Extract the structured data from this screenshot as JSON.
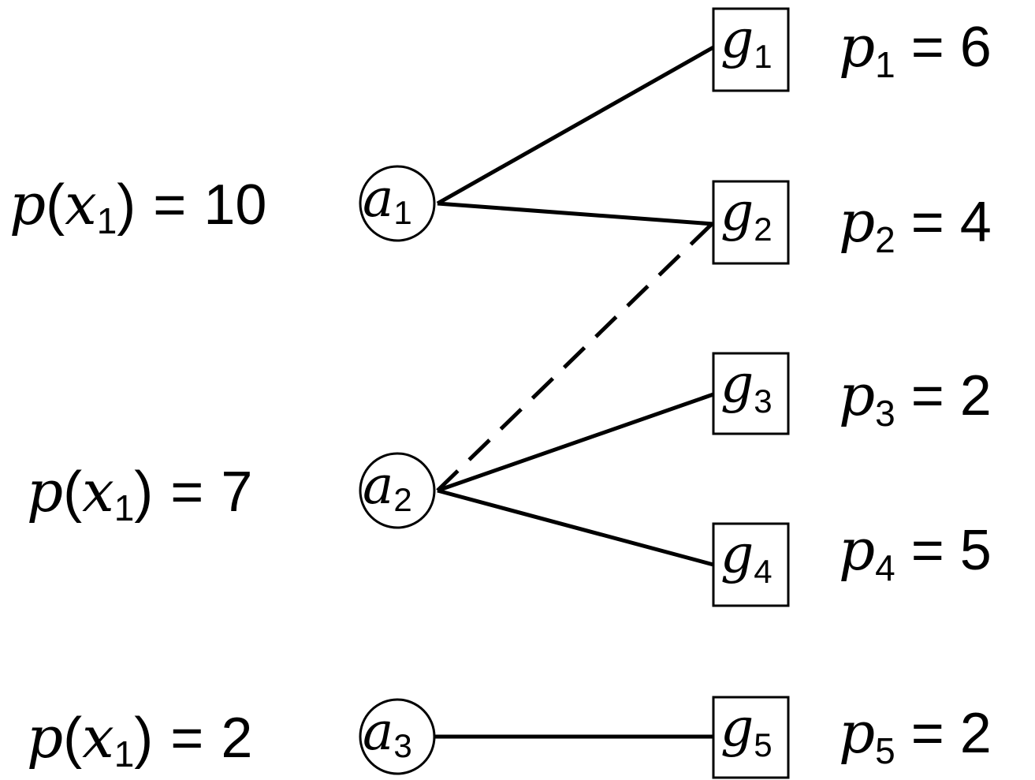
{
  "agents": [
    {
      "id": "a1",
      "symbol": "a",
      "sub": "1",
      "label": {
        "fn": "p",
        "arg": "x",
        "arg_sub": "1",
        "eq": "=",
        "value": "10"
      }
    },
    {
      "id": "a2",
      "symbol": "a",
      "sub": "2",
      "label": {
        "fn": "p",
        "arg": "x",
        "arg_sub": "1",
        "eq": "=",
        "value": "7"
      }
    },
    {
      "id": "a3",
      "symbol": "a",
      "sub": "3",
      "label": {
        "fn": "p",
        "arg": "x",
        "arg_sub": "1",
        "eq": "=",
        "value": "2"
      }
    }
  ],
  "goods": [
    {
      "id": "g1",
      "symbol": "g",
      "sub": "1",
      "price": {
        "sym": "p",
        "sub": "1",
        "eq": "=",
        "value": "6"
      }
    },
    {
      "id": "g2",
      "symbol": "g",
      "sub": "2",
      "price": {
        "sym": "p",
        "sub": "2",
        "eq": "=",
        "value": "4"
      }
    },
    {
      "id": "g3",
      "symbol": "g",
      "sub": "3",
      "price": {
        "sym": "p",
        "sub": "3",
        "eq": "=",
        "value": "2"
      }
    },
    {
      "id": "g4",
      "symbol": "g",
      "sub": "4",
      "price": {
        "sym": "p",
        "sub": "4",
        "eq": "=",
        "value": "5"
      }
    },
    {
      "id": "g5",
      "symbol": "g",
      "sub": "5",
      "price": {
        "sym": "p",
        "sub": "5",
        "eq": "=",
        "value": "2"
      }
    }
  ],
  "edges": [
    {
      "from": "a1",
      "to": "g1",
      "style": "solid"
    },
    {
      "from": "a1",
      "to": "g2",
      "style": "solid"
    },
    {
      "from": "a2",
      "to": "g2",
      "style": "dashed"
    },
    {
      "from": "a2",
      "to": "g3",
      "style": "solid"
    },
    {
      "from": "a2",
      "to": "g4",
      "style": "solid"
    },
    {
      "from": "a3",
      "to": "g5",
      "style": "solid"
    }
  ]
}
